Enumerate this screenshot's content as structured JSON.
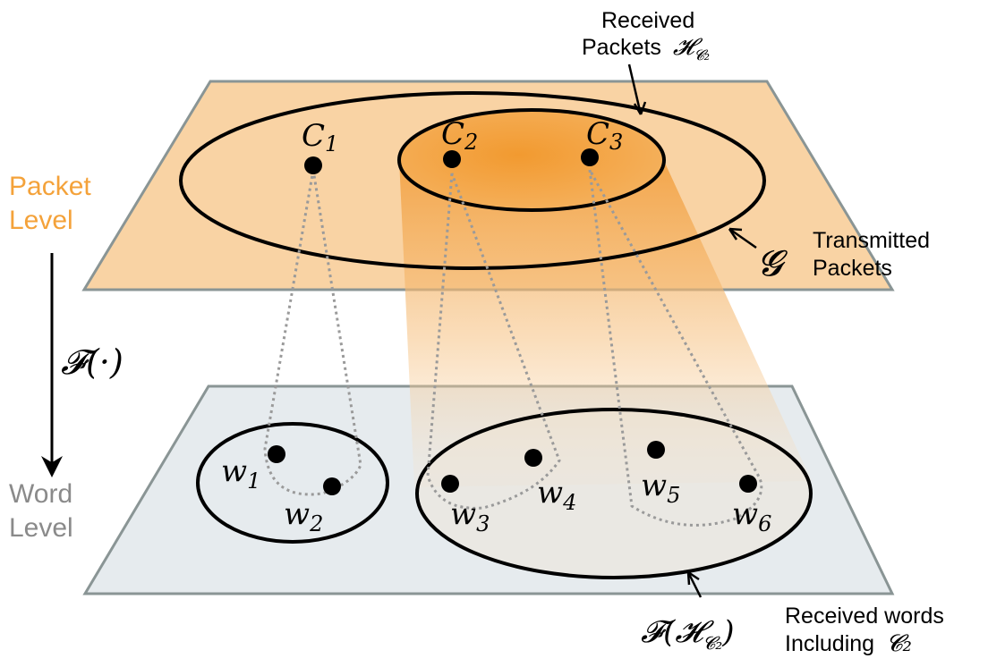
{
  "levels": {
    "packet_line1": "Packet",
    "packet_line2": "Level",
    "word_line1": "Word",
    "word_line2": "Level"
  },
  "mapping": {
    "func": "𝓕",
    "arg": "(·)"
  },
  "annotations": {
    "received_packets_line1": "Received",
    "received_packets_line2": "Packets",
    "received_packets_sym": "𝓗",
    "received_packets_sub": "𝓒₂",
    "transmitted_sym": "𝓖",
    "transmitted_line1": "Transmitted",
    "transmitted_line2": "Packets",
    "received_words_sym": "𝓕(𝓗",
    "received_words_sub": "𝓒₂",
    "received_words_close": ")",
    "received_words_line1": "Received words",
    "received_words_line2": "Including",
    "received_words_c2": "𝓒₂"
  },
  "packets": {
    "c1": {
      "name": "𝐶",
      "sub": "1"
    },
    "c2": {
      "name": "𝐶",
      "sub": "2"
    },
    "c3": {
      "name": "𝐶",
      "sub": "3"
    }
  },
  "words": {
    "w1": {
      "name": "𝑤",
      "sub": "1"
    },
    "w2": {
      "name": "𝑤",
      "sub": "2"
    },
    "w3": {
      "name": "𝑤",
      "sub": "3"
    },
    "w4": {
      "name": "𝑤",
      "sub": "4"
    },
    "w5": {
      "name": "𝑤",
      "sub": "5"
    },
    "w6": {
      "name": "𝑤",
      "sub": "6"
    }
  },
  "colors": {
    "packet_plane": "#f9d3a4",
    "packet_plane_border": "#8a9595",
    "word_plane": "#e6ebee",
    "word_plane_border": "#8a9595",
    "highlight_orange": "#f39a2f",
    "packet_label": "#f4a23a",
    "word_label": "#8a8a8a",
    "dotted": "#9a9a9a",
    "ink": "#000000"
  }
}
